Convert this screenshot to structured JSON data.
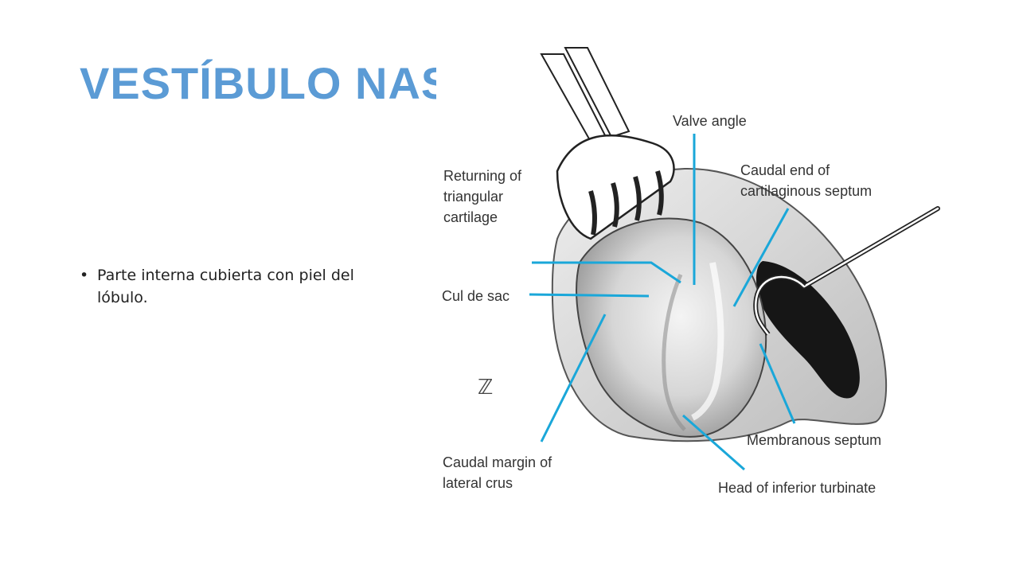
{
  "slide": {
    "title": "VESTÍBULO NASAL",
    "bullets": [
      "Parte interna cubierta con piel del lóbulo."
    ]
  },
  "figure": {
    "labels": {
      "valve_angle": "Valve angle",
      "returning_1": "Returning of",
      "returning_2": "triangular",
      "returning_3": "cartilage",
      "caudal_end_1": "Caudal end of",
      "caudal_end_2": "cartilaginous septum",
      "cul_de_sac": "Cul de sac",
      "membranous_septum": "Membranous septum",
      "caudal_margin_1": "Caudal margin of",
      "caudal_margin_2": "lateral crus",
      "head_turbinate": "Head of inferior turbinate",
      "signature": "ℤ"
    },
    "colors": {
      "leader": "#1aa7d9",
      "title": "#5b9bd5"
    }
  }
}
